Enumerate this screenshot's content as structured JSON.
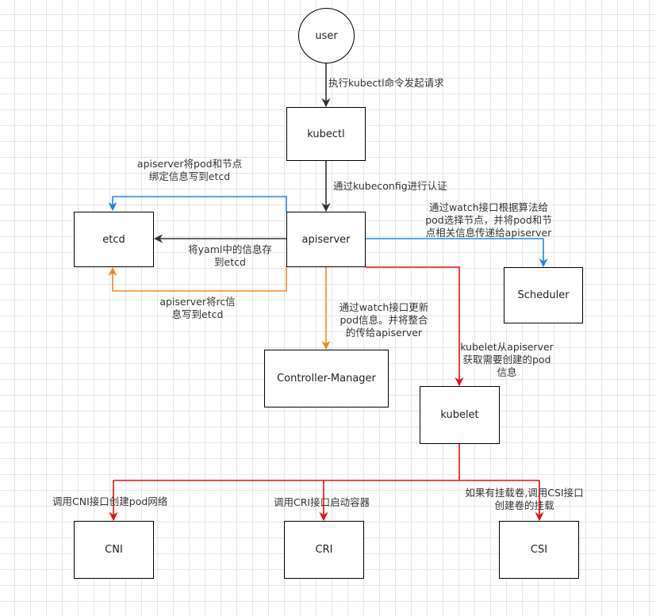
{
  "nodes": {
    "user": "user",
    "kubectl": "kubectl",
    "apiserver": "apiserver",
    "etcd": "etcd",
    "scheduler": "Scheduler",
    "controller_manager": "Controller-Manager",
    "kubelet": "kubelet",
    "cni": "CNI",
    "cri": "CRI",
    "csi": "CSI"
  },
  "edges": {
    "user_to_kubectl": "执行kubectl命令发起请求",
    "kubectl_to_apiserver": "通过kubeconfig进行认证",
    "apiserver_bind_etcd": [
      "apiserver将pod和节点",
      "绑定信息写到etcd"
    ],
    "apiserver_yaml_etcd": [
      "将yaml中的信息存",
      "到etcd"
    ],
    "apiserver_rc_etcd": [
      "apiserver将rc信",
      "息写到etcd"
    ],
    "scheduler_watch": [
      "通过watch接口根据算法给",
      "pod选择节点，并将pod和节",
      "点相关信息传递给apiserver"
    ],
    "controller_watch": [
      "通过watch接口更新",
      "pod信息。并将整合",
      "的传给apiserver"
    ],
    "kubelet_fetch": [
      "kubelet从apiserver",
      "获取需要创建的pod",
      "信息"
    ],
    "call_cni": "调用CNI接口创建pod网络",
    "call_cri": "调用CRI接口启动容器",
    "call_csi": [
      "如果有挂载卷,调用CSI接口",
      "创建卷的挂载"
    ]
  },
  "colors": {
    "black": "#333333",
    "blue": "#1e88e5",
    "orange": "#f08a24",
    "red": "#e81010"
  }
}
